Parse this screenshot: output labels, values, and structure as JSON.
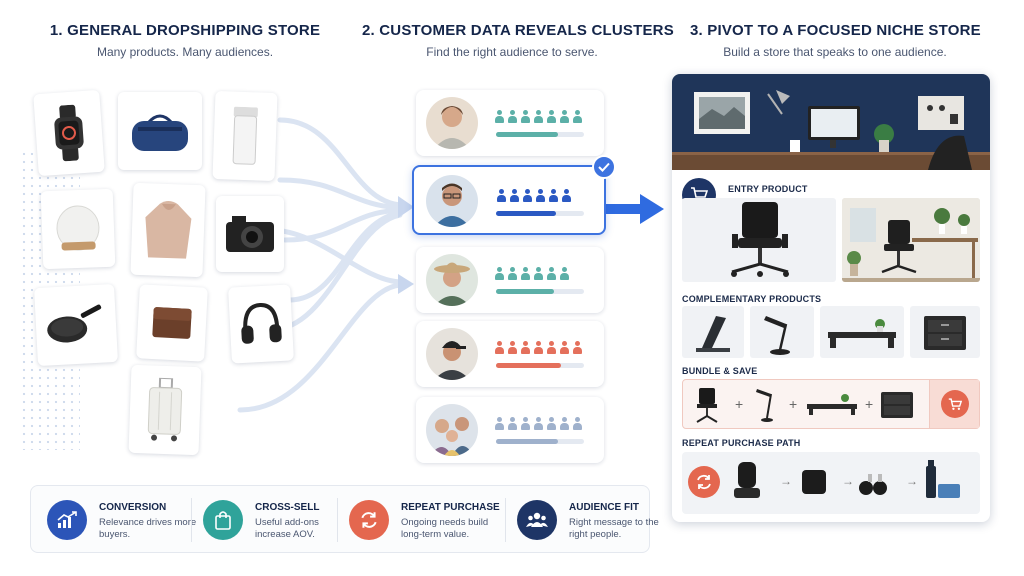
{
  "columns": [
    {
      "title": "1. GENERAL DROPSHIPPING STORE",
      "subtitle": "Many products. Many audiences."
    },
    {
      "title": "2. CUSTOMER DATA REVEALS CLUSTERS",
      "subtitle": "Find the right audience to serve."
    },
    {
      "title": "3. PIVOT TO A FOCUSED NICHE STORE",
      "subtitle": "Build a store that speaks to one audience."
    }
  ],
  "products": [
    "smartwatch-icon",
    "duffel-bag-icon",
    "tumbler-icon",
    "smart-speaker-icon",
    "hoodie-icon",
    "camera-icon",
    "frying-pan-icon",
    "wallet-icon",
    "headphones-icon",
    "suitcase-icon"
  ],
  "clusters": [
    {
      "persona": "woman-avatar",
      "color": "#5cb0a8",
      "fill": 0.7,
      "selected": false
    },
    {
      "persona": "man-glasses-avatar",
      "color": "#2b59c3",
      "fill": 0.68,
      "selected": true
    },
    {
      "persona": "woman-hat-avatar",
      "color": "#5cb0a8",
      "fill": 0.66,
      "selected": false
    },
    {
      "persona": "man-cap-avatar",
      "color": "#e4705c",
      "fill": 0.74,
      "selected": false
    },
    {
      "persona": "family-avatar",
      "color": "#9fb1cc",
      "fill": 0.7,
      "selected": false
    }
  ],
  "store": {
    "entry_label": "ENTRY PRODUCT",
    "complementary_label": "COMPLEMENTARY PRODUCTS",
    "bundle_label": "BUNDLE & SAVE",
    "repeat_label": "REPEAT PURCHASE PATH",
    "plus": "+",
    "arrow": "→"
  },
  "benefits": [
    {
      "title": "CONVERSION",
      "text": "Relevance drives more buyers.",
      "color": "#2c55b8",
      "icon": "growth-chart-icon"
    },
    {
      "title": "CROSS-SELL",
      "text": "Useful add-ons increase AOV.",
      "color": "#2fa39a",
      "icon": "shopping-bag-icon"
    },
    {
      "title": "REPEAT PURCHASE",
      "text": "Ongoing needs build long-term value.",
      "color": "#e4674f",
      "icon": "refresh-icon"
    },
    {
      "title": "AUDIENCE FIT",
      "text": "Right message to the right people.",
      "color": "#1e3566",
      "icon": "audience-icon"
    }
  ],
  "colors": {
    "accent": "#3d73e0",
    "navy": "#15264a",
    "teal": "#5cb0a8",
    "coral": "#e4705c"
  }
}
